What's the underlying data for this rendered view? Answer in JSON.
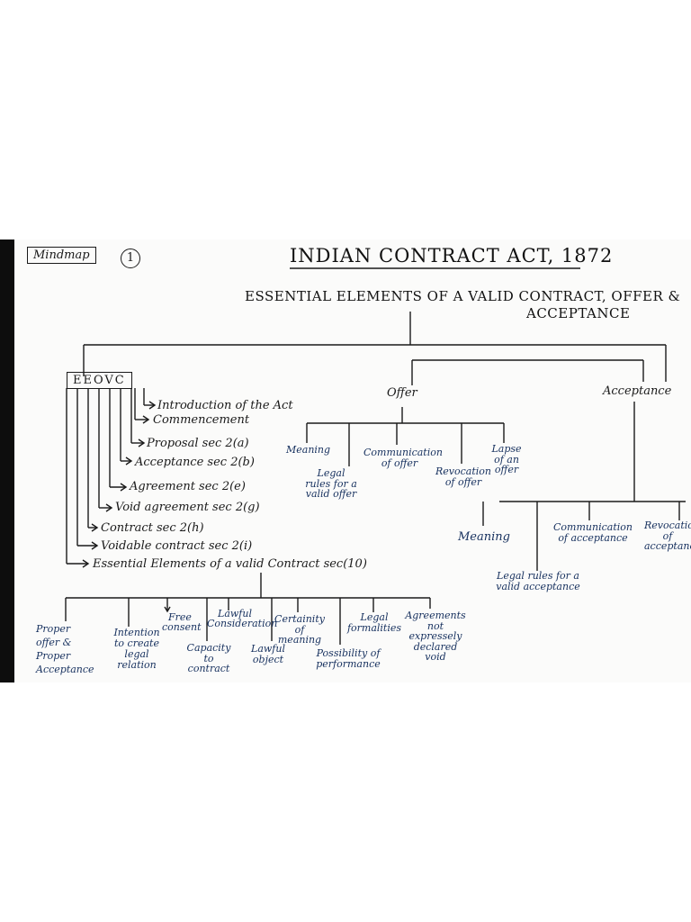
{
  "header": {
    "tag": "Mindmap",
    "tag_number": "1",
    "title": "INDIAN CONTRACT ACT, 1872",
    "subtitle_line1": "ESSENTIAL ELEMENTS OF A VALID CONTRACT, OFFER &",
    "subtitle_line2": "ACCEPTANCE"
  },
  "eeovc": {
    "label": "EEOVC",
    "items": [
      "Introduction of the Act",
      "Commencement",
      "Proposal sec 2(a)",
      "Acceptance sec 2(b)",
      "Agreement sec 2(e)",
      "Void agreement sec 2(g)",
      "Contract sec 2(h)",
      "Voidable contract sec 2(i)",
      "Essential Elements of a valid Contract sec(10)"
    ]
  },
  "essentials": {
    "items": [
      "Proper offer & Proper Acceptance",
      "Intention to create legal relation",
      "Free consent",
      "Capacity to contract",
      "Lawful Consideration",
      "Lawful object",
      "Certainity of meaning",
      "Possibility of performance",
      "Legal formalities",
      "Agreements not expressely declared void"
    ]
  },
  "offer": {
    "label": "Offer",
    "items": [
      "Meaning",
      "Legal rules for a valid offer",
      "Communication of offer",
      "Revocation of offer",
      "Lapse of an offer"
    ]
  },
  "acceptance": {
    "label": "Acceptance",
    "items": [
      "Meaning",
      "Legal rules for a valid acceptance",
      "Communication of acceptance",
      "Revocation of acceptance"
    ]
  }
}
